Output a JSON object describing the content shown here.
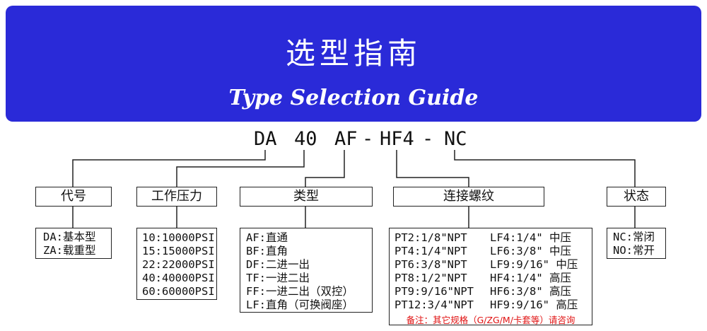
{
  "banner": {
    "title": "选型指南",
    "subtitle": "Type Selection Guide",
    "color": "#2a2ad8"
  },
  "code": {
    "model": "DA",
    "pressure": "40",
    "type": "AF",
    "dash1": "-",
    "connection": "HF4",
    "dash2": "-",
    "state": "NC"
  },
  "categories": {
    "code": "代号",
    "pressure": "工作压力",
    "type": "类型",
    "connection": "连接螺纹",
    "state": "状态"
  },
  "model_options": [
    "DA:基本型",
    "ZA:载重型"
  ],
  "pressure_options": [
    "10:10000PSI",
    "15:15000PSI",
    "22:22000PSI",
    "40:40000PSI",
    "60:60000PSI"
  ],
  "type_options": [
    "AF:直通",
    "BF:直角",
    "DF:二进一出",
    "TF:一进二出",
    "FF:一进二出（双控）",
    "LF:直角（可换阀座）"
  ],
  "connection_options_left": [
    "PT2:1/8\"NPT",
    "PT4:1/4\"NPT",
    "PT6:3/8\"NPT",
    "PT8:1/2\"NPT",
    "PT9:9/16\"NPT",
    "PT12:3/4\"NPT"
  ],
  "connection_options_right": [
    "LF4:1/4\" 中压",
    "LF6:3/8\" 中压",
    "LF9:9/16\" 中压",
    "HF4:1/4\" 高压",
    "HF6:3/8\" 高压",
    "HF9:9/16\" 高压"
  ],
  "connection_note": "备注：其它规格（G/ZG/M/卡套等）请咨询",
  "connection_note_color": "#e01010",
  "state_options": [
    "NC:常闭",
    "NO:常开"
  ]
}
